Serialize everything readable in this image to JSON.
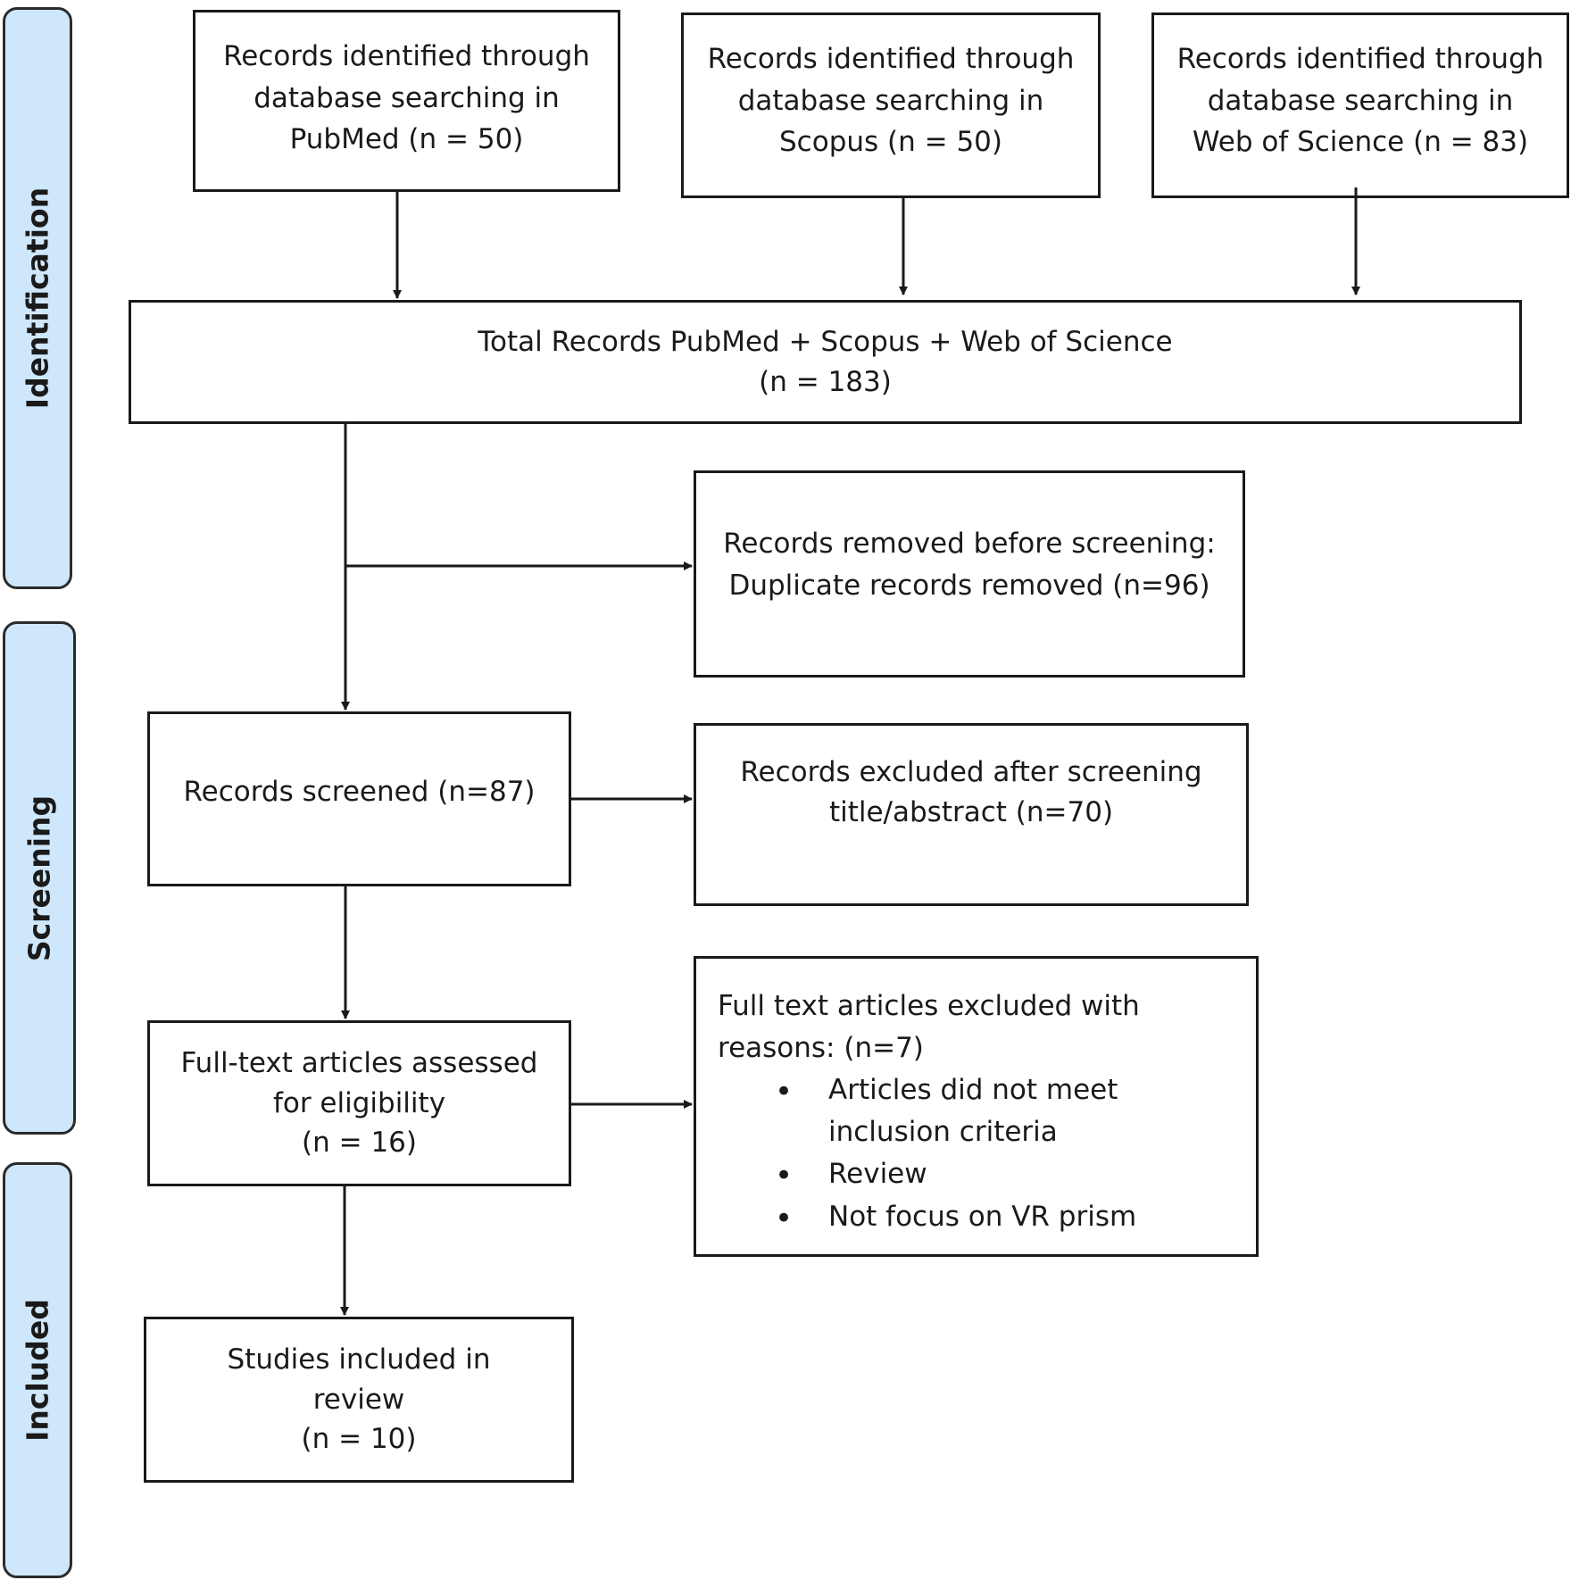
{
  "phases": {
    "identification": "Identification",
    "screening": "Screening",
    "included": "Included"
  },
  "sources": {
    "pubmed": [
      "Records identified through",
      "database searching in",
      "PubMed (n = 50)"
    ],
    "scopus": [
      "Records identified through",
      "database searching in",
      "Scopus (n = 50)"
    ],
    "wos": [
      "Records identified through",
      "database searching in",
      "Web of Science (n = 83)"
    ]
  },
  "total": [
    "Total Records PubMed + Scopus + Web of Science",
    "(n = 183)"
  ],
  "removed": [
    "Records removed before screening:",
    "Duplicate records removed (n=96)"
  ],
  "screened": [
    "Records screened (n=87)"
  ],
  "excluded_screening": [
    "Records excluded after screening",
    "title/abstract (n=70)"
  ],
  "fulltext": [
    "Full-text articles assessed",
    "for eligibility",
    "(n = 16)"
  ],
  "excluded_fulltext": {
    "heading": [
      "Full text articles excluded with",
      "reasons: (n=7)"
    ],
    "reasons": [
      "Articles did not meet inclusion criteria",
      "Review",
      "Not focus on VR prism"
    ]
  },
  "included": [
    "Studies included in",
    "review",
    "(n = 10)"
  ]
}
